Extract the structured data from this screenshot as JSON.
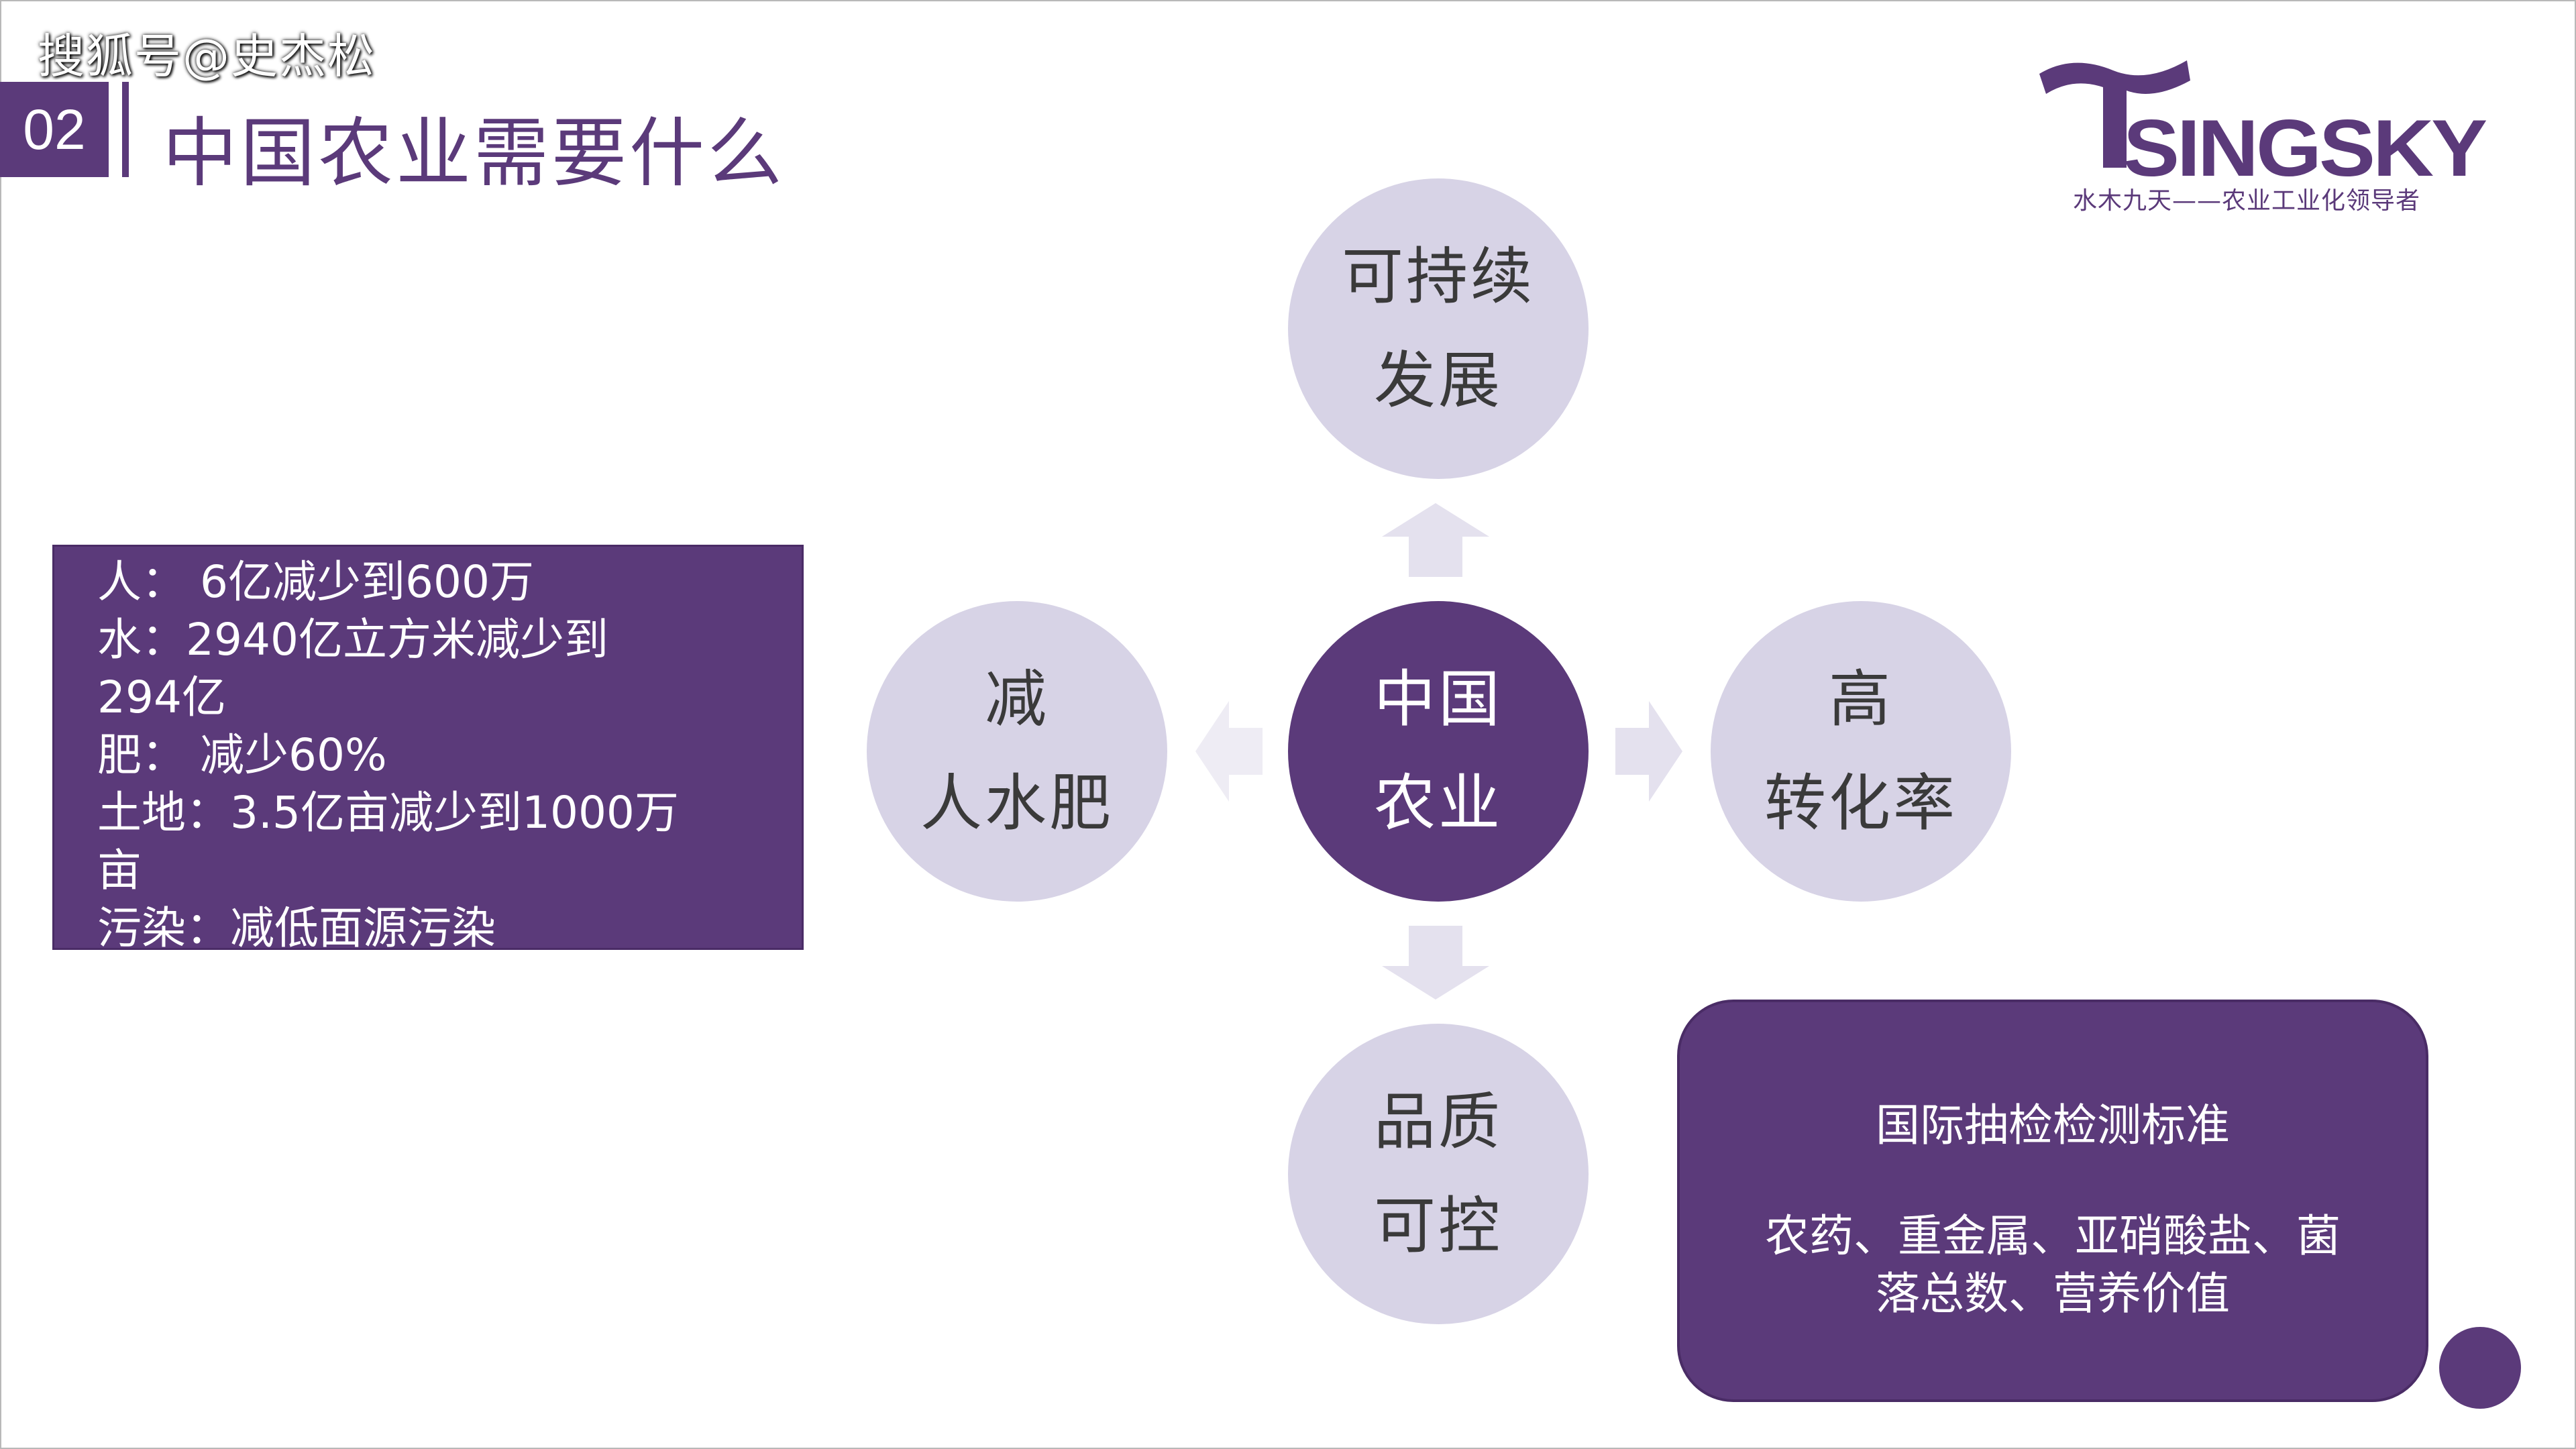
{
  "watermark": "搜狐号@史杰松",
  "section": {
    "number": "02",
    "title": "中国农业需要什么"
  },
  "logo": {
    "name": "SINGSKY",
    "tagline": "水木九天——农业工业化领导者"
  },
  "center": {
    "line1": "中国",
    "line2": "农业"
  },
  "top": {
    "line1": "可持续",
    "line2": "发展"
  },
  "left": {
    "line1": "减",
    "line2": "人水肥"
  },
  "right": {
    "line1": "高",
    "line2": "转化率"
  },
  "bottom": {
    "line1": "品质",
    "line2": "可控"
  },
  "stats": {
    "people": "人：  6亿减少到600万",
    "water_1": "水：2940亿立方米减少到",
    "water_2": "294亿",
    "fertilizer": "肥：  减少60%",
    "land_1": "土地：3.5亿亩减少到1000万",
    "land_2": "亩",
    "pollution": "污染：减低面源污染"
  },
  "standards": {
    "heading": "国际抽检检测标准",
    "line1": "农药、重金属、亚硝酸盐、菌",
    "line2": "落总数、营养价值"
  },
  "colors": {
    "accent": "#5b3a7a",
    "circle_light": "#d7d3e6",
    "arrow": "#e4e1ee"
  }
}
